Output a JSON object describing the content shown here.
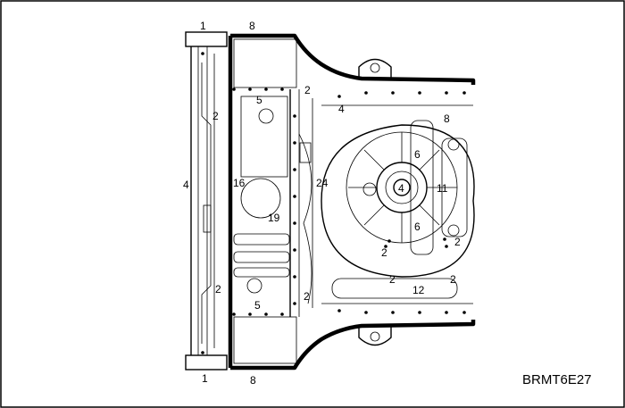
{
  "figure": {
    "code": "BRMT6E27"
  },
  "callouts": {
    "c1_top": "1",
    "c8_top": "8",
    "c2_upper_left": "2",
    "c2_upper_mid": "2",
    "c5_upper": "5",
    "c4_center": "4",
    "c8_right": "8",
    "c4_left": "4",
    "c16": "16",
    "c24": "24",
    "c6_upper": "6",
    "c4_hub": "4",
    "c11": "11",
    "c19": "19",
    "c6_lower": "6",
    "c2_right": "2",
    "c2_tub": "2",
    "c2_lower_left": "2",
    "c2_lower_mid": "2",
    "c2_bottom_center": "2",
    "c12": "12",
    "c2_bottom_right": "2",
    "c5_lower": "5",
    "c1_bottom": "1",
    "c8_bottom": "8"
  }
}
